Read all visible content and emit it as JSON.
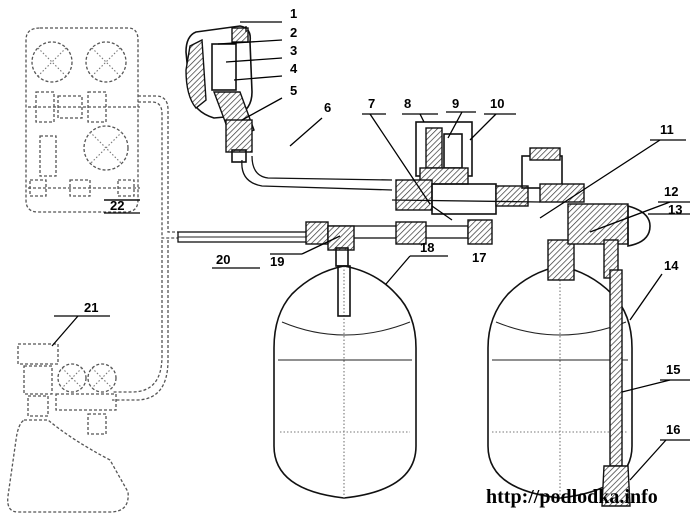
{
  "callouts": [
    {
      "id": "1",
      "text": "1"
    },
    {
      "id": "2",
      "text": "2"
    },
    {
      "id": "3",
      "text": "3"
    },
    {
      "id": "4",
      "text": "4"
    },
    {
      "id": "5",
      "text": "5"
    },
    {
      "id": "6",
      "text": "6"
    },
    {
      "id": "7",
      "text": "7"
    },
    {
      "id": "8",
      "text": "8"
    },
    {
      "id": "9",
      "text": "9"
    },
    {
      "id": "10",
      "text": "10"
    },
    {
      "id": "11",
      "text": "11"
    },
    {
      "id": "12",
      "text": "12"
    },
    {
      "id": "13",
      "text": "13"
    },
    {
      "id": "14",
      "text": "14"
    },
    {
      "id": "15",
      "text": "15"
    },
    {
      "id": "16",
      "text": "16"
    },
    {
      "id": "17",
      "text": "17"
    },
    {
      "id": "18",
      "text": "18"
    },
    {
      "id": "19",
      "text": "19"
    },
    {
      "id": "20",
      "text": "20"
    },
    {
      "id": "21",
      "text": "21"
    },
    {
      "id": "22",
      "text": "22"
    }
  ],
  "watermark": "http://podlodka.info",
  "colors": {
    "ink": "#111111",
    "ghost": "#555555",
    "paper": "#ffffff"
  }
}
